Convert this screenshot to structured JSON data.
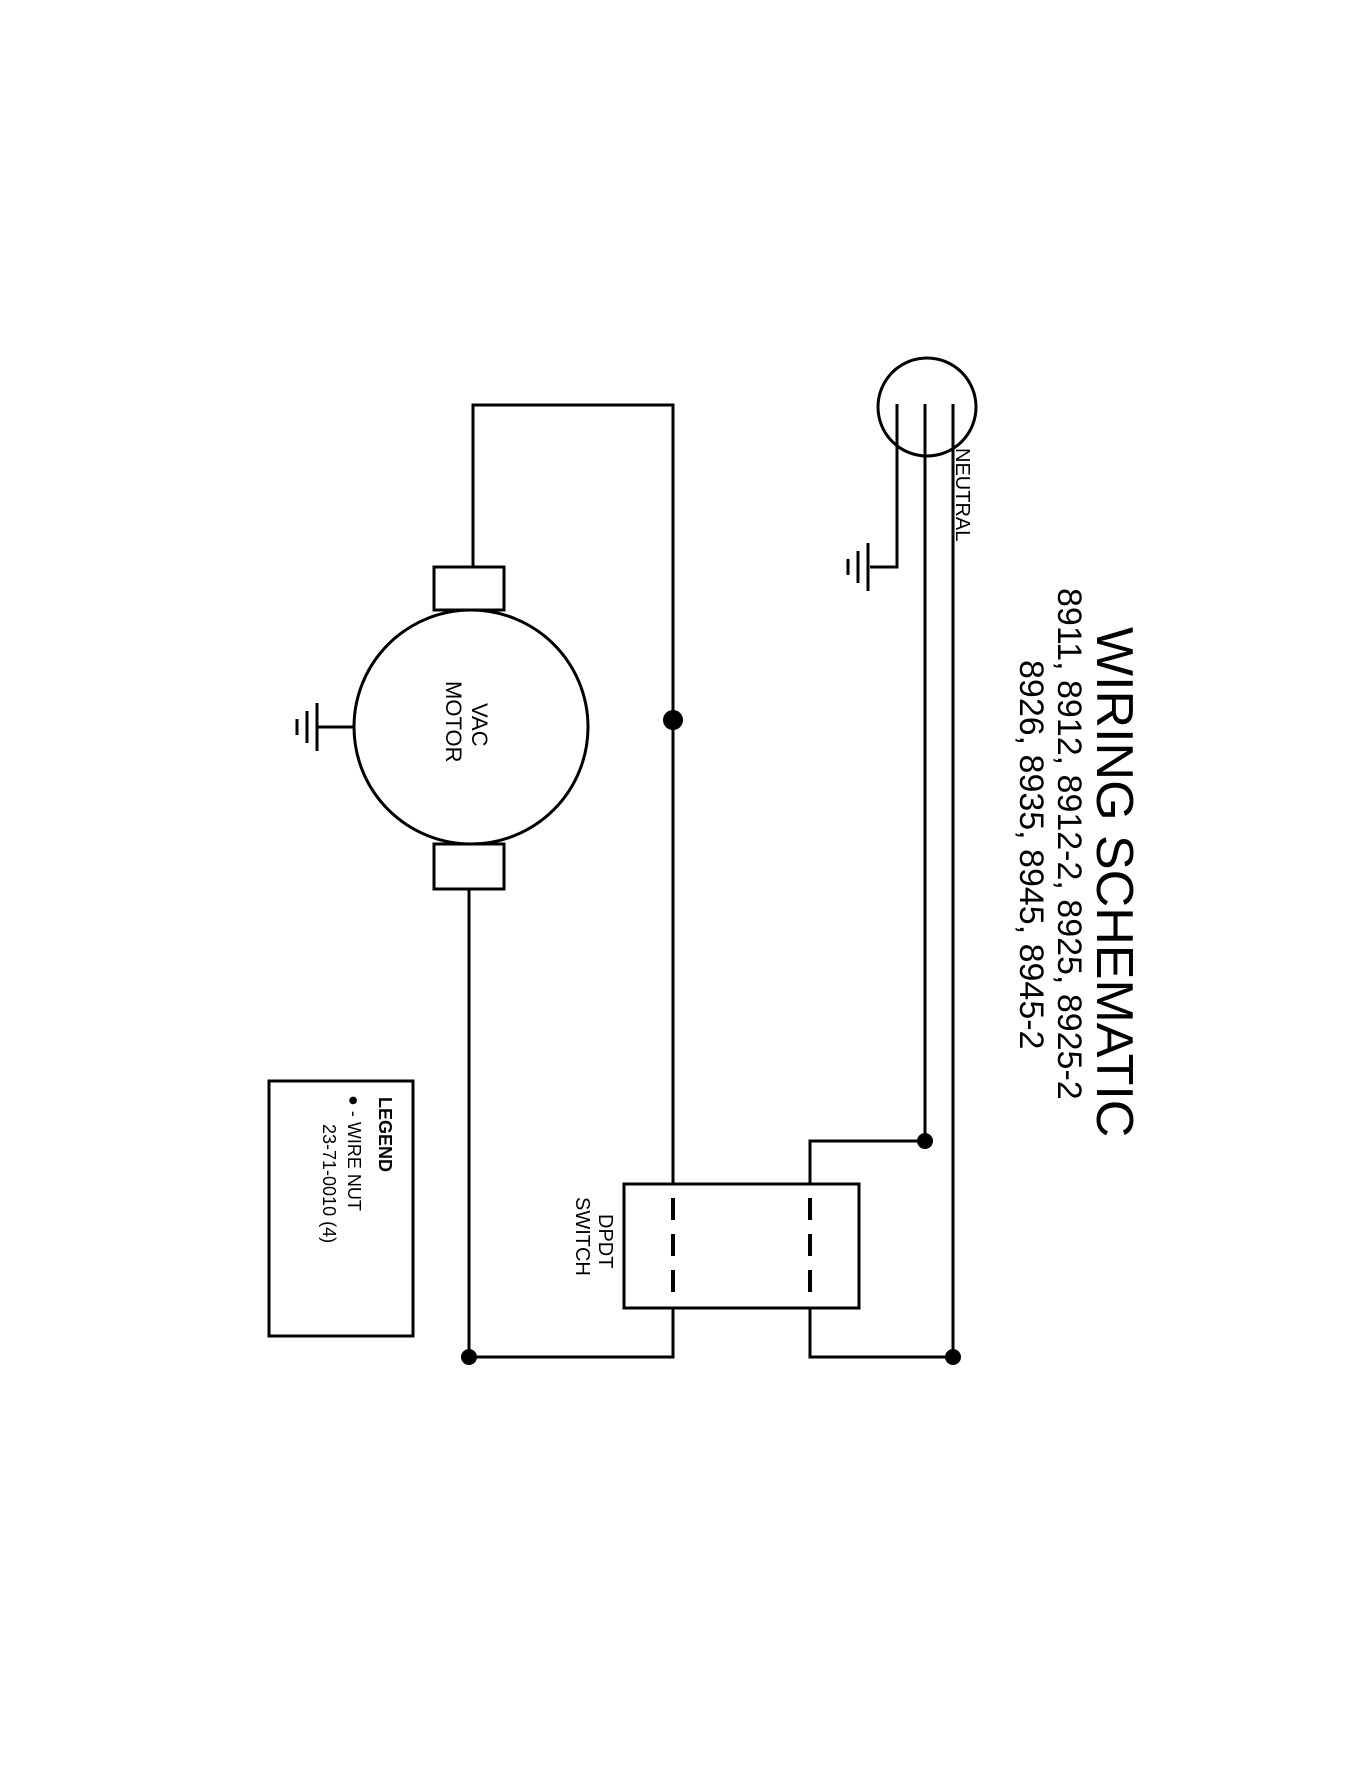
{
  "title": {
    "main": "WIRING SCHEMATIC",
    "models_line1": "8911, 8912, 8912-2, 8925, 8925-2",
    "models_line2": "8926, 8935, 8945, 8945-2"
  },
  "labels": {
    "neutral": "NEUTRAL",
    "motor_line1": "VAC",
    "motor_line2": "MOTOR",
    "switch_line1": "DPDT",
    "switch_line2": "SWITCH"
  },
  "legend": {
    "heading": "LEGEND",
    "item_line1": "●  -  WIRE NUT",
    "item_line2": "23-71-0010   (4)"
  },
  "colors": {
    "ink": "#000000",
    "paper": "#ffffff"
  }
}
